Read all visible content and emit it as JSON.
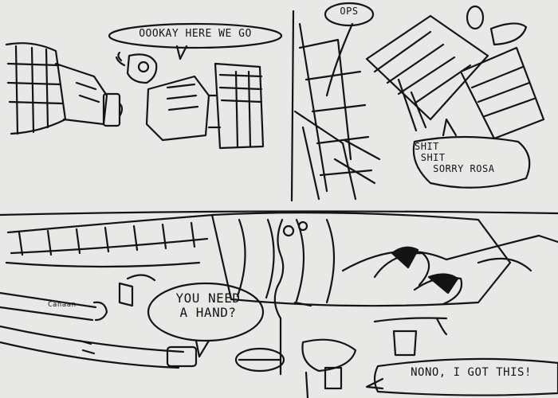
{
  "panels": {
    "panel_1": {
      "speech": "OOOKAY HERE WE GO"
    },
    "panel_2": {
      "speech_top": "OPS",
      "speech_bottom": "SHIT\n SHIT\n   SORRY ROSA"
    },
    "panel_3": {
      "speech_left": "YOU NEED\nA HAND?",
      "speech_right": "NONO, I GOT THIS!",
      "pipe_label": "Canaan"
    }
  },
  "colors": {
    "paper": "#e8e8e6",
    "ink": "#141414"
  }
}
